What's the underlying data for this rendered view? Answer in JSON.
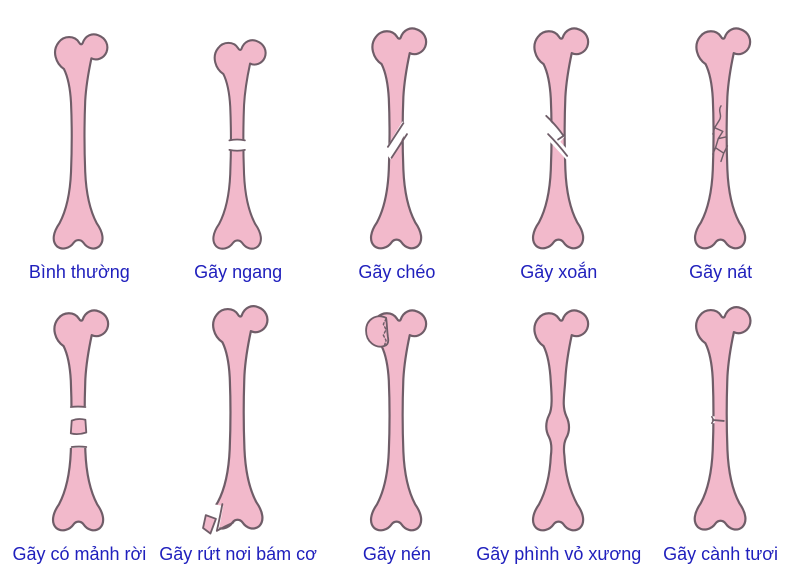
{
  "figure": {
    "description": "Bone fracture types diagram",
    "colors": {
      "background": "#ffffff",
      "bone_fill": "#f2b9cb",
      "bone_outline": "#6f5d68",
      "label_color": "#2020bd"
    },
    "items": [
      {
        "id": "normal",
        "label": "Bình thường"
      },
      {
        "id": "transverse",
        "label": "Gãy ngang"
      },
      {
        "id": "oblique",
        "label": "Gãy chéo"
      },
      {
        "id": "spiral",
        "label": "Gãy xoắn"
      },
      {
        "id": "comminuted",
        "label": "Gãy nát"
      },
      {
        "id": "segmental",
        "label": "Gãy có mảnh rời"
      },
      {
        "id": "avulsion",
        "label": "Gãy rứt nơi bám cơ"
      },
      {
        "id": "compression",
        "label": "Gãy nén"
      },
      {
        "id": "buckle",
        "label": "Gãy phình vỏ xương"
      },
      {
        "id": "greenstick",
        "label": "Gãy cành tươi"
      }
    ]
  }
}
